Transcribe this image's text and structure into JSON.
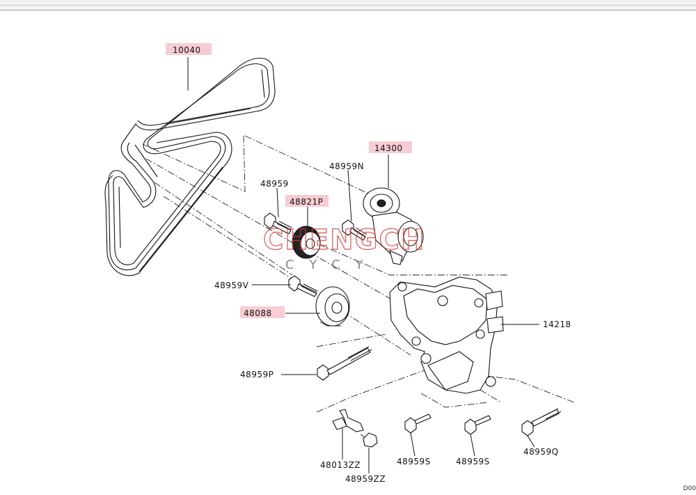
{
  "watermark": {
    "main": "CHENGCH",
    "sub": "CYCY"
  },
  "corner_code": "D00",
  "labels": {
    "p10040": "10040",
    "p14300": "14300",
    "p48959N": "48959N",
    "p48959": "48959",
    "p48821P": "48821P",
    "p48959V": "48959V",
    "p48088": "48088",
    "p14218": "14218",
    "p48959P": "48959P",
    "p48013ZZ": "48013ZZ",
    "p48959ZZ": "48959ZZ",
    "p48959S_a": "48959S",
    "p48959S_b": "48959S",
    "p48959Q": "48959Q"
  },
  "colors": {
    "highlight": "#f6cdd4",
    "watermark": "#d23a3a",
    "line": "#111111"
  }
}
